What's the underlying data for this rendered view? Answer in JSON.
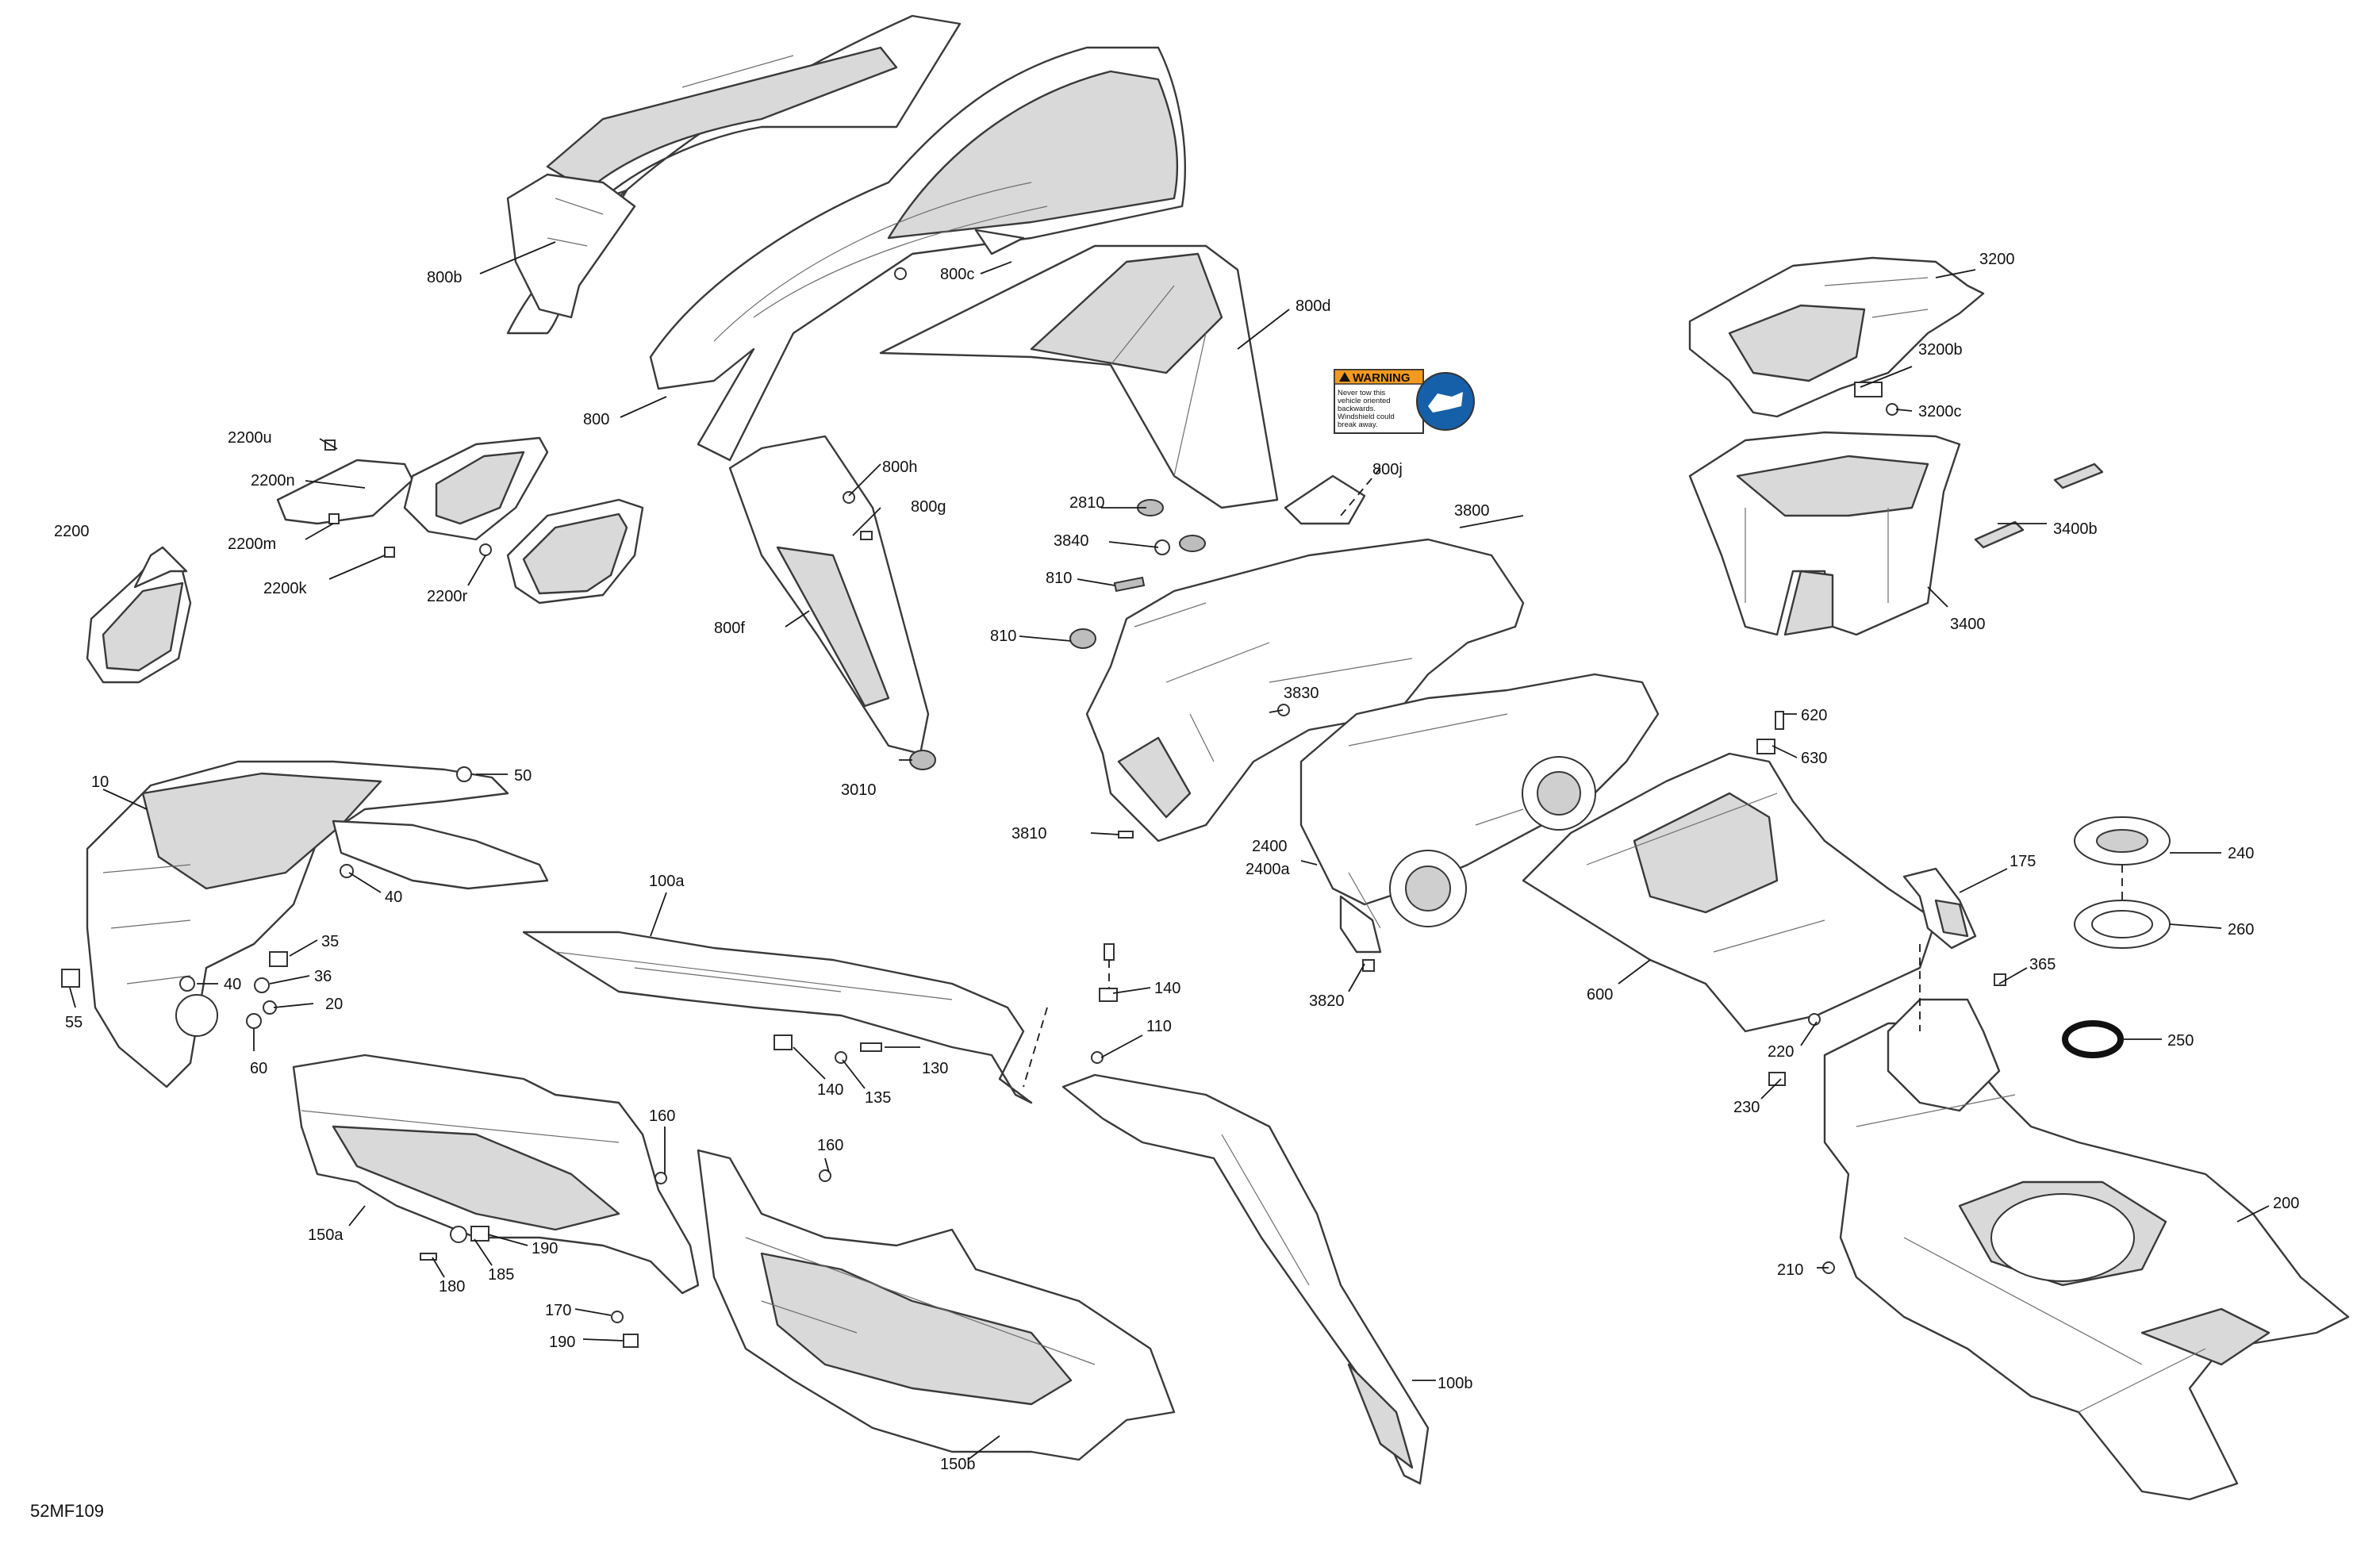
{
  "diagram": {
    "figure_id": "52MF109",
    "warning_label": {
      "heading": "WARNING",
      "lines": [
        "Never tow this",
        "vehicle oriented",
        "backwards.",
        "Windshield could",
        "break away."
      ]
    },
    "callouts": {
      "c800b": "800b",
      "c800c": "800c",
      "c800d": "800d",
      "c800": "800",
      "c800h": "800h",
      "c800g": "800g",
      "c800f": "800f",
      "c800j": "800j",
      "c2200u": "2200u",
      "c2200n": "2200n",
      "c2200": "2200",
      "c2200m": "2200m",
      "c2200k": "2200k",
      "c2200r": "2200r",
      "c2810": "2810",
      "c3840": "3840",
      "c810a": "810",
      "c810b": "810",
      "c3800": "3800",
      "c3830": "3830",
      "c3810": "3810",
      "c3010": "3010",
      "c3200": "3200",
      "c3200b": "3200b",
      "c3200c": "3200c",
      "c3400b": "3400b",
      "c3400": "3400",
      "c620": "620",
      "c630": "630",
      "c2400": "2400",
      "c2400a": "2400a",
      "c3820": "3820",
      "c600": "600",
      "c175": "175",
      "c240": "240",
      "c260": "260",
      "c365": "365",
      "c250": "250",
      "c220": "220",
      "c230": "230",
      "c200": "200",
      "c210": "210",
      "c10": "10",
      "c50": "50",
      "c40a": "40",
      "c35": "35",
      "c36": "36",
      "c40b": "40",
      "c20": "20",
      "c55": "55",
      "c60": "60",
      "c100a": "100a",
      "c140a": "140",
      "c130": "130",
      "c140b": "140",
      "c135": "135",
      "c110": "110",
      "c100b": "100b",
      "c150a": "150a",
      "c160a": "160",
      "c160b": "160",
      "c190a": "190",
      "c185": "185",
      "c180": "180",
      "c170": "170",
      "c190b": "190",
      "c150b": "150b"
    }
  }
}
